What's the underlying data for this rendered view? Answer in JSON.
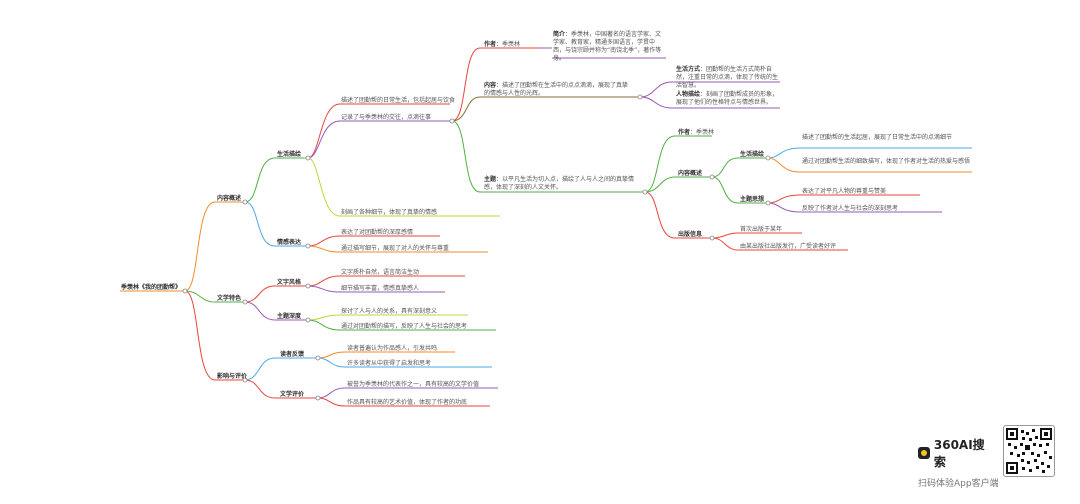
{
  "root": "季羡林《我的团勤帮》",
  "level1": [
    "内容概述",
    "文学特色",
    "影响与评价"
  ],
  "level2": {
    "life": "生活描绘",
    "emotion": "情感表达",
    "style": "文字风格",
    "theme": "主题深度",
    "reader": "读者反馈",
    "critic": "文学评价"
  },
  "life_items": [
    "描述了团勤帮的日常生活，包括起居与饮食",
    "记录了与季羡林的交往，点滴往事",
    "刻画了各种细节，体现了真挚的情感"
  ],
  "emotion_items": [
    "表达了对团勤帮的深厚感情",
    "通过描写细节，展现了对人的关怀与尊重"
  ],
  "style_items": [
    "文字质朴自然，语言简洁生动",
    "细节描写丰富，情感真挚感人"
  ],
  "theme_items": [
    "探讨了人与人的关系，具有深刻意义",
    "通过对团勤帮的描写，反映了人生与社会的思考"
  ],
  "reader_items": [
    "读者普遍认为作品感人，引发共鸣",
    "许多读者从中获得了启发和思考"
  ],
  "critic_items": [
    "被誉为季羡林的代表作之一，具有较高的文学价值",
    "作品具有较高的艺术价值，体现了作者的功底"
  ],
  "top": {
    "author_label": "作者",
    "author_value": "季羡林",
    "bio_label": "简介",
    "bio_text": "季羡林，中国著名的语言学家、文学家、教育家，精通多国语言，学贯中西，与饶宗颐并称为“南饶北季”，著作等身。",
    "content_label": "内容",
    "content_text": "描述了团勤帮在生活中的点点滴滴，展现了真挚的情感与人性的光辉。",
    "lifestyle_label": "生活方式",
    "lifestyle_text": "团勤帮的生活方式简朴自然，注重日常的点滴，体现了传统的生活智慧。",
    "persona_label": "人物描绘",
    "persona_text": "刻画了团勤帮成员的形象，展现了他们的性格特点与情感世界。",
    "theme_label": "主题",
    "theme_text": "以平凡生活为切入点，描绘了人与人之间的真挚情感，体现了深刻的人文关怀。"
  },
  "right": {
    "author_label": "作者",
    "author_value": "季羡林",
    "overview": "内容概述",
    "life": "生活描绘",
    "life_items": [
      "描述了团勤帮的生活起居，展现了日常生活中的点滴细节",
      "通过对团勤帮生活的细致描写，体现了作者对生活的热爱与感悟"
    ],
    "theme": "主题思想",
    "theme_items": [
      "表达了对平凡人物的尊重与赞美",
      "反映了作者对人生与社会的深刻思考"
    ],
    "publish": "出版信息",
    "publish_items": [
      "首次出版于某年",
      "由某出版社出版发行，广受读者好评"
    ]
  },
  "brand": {
    "name": "360AI搜索",
    "sub": "扫码体验App客户端"
  },
  "colors": {
    "orange": "#f28c28",
    "green": "#52b043",
    "red": "#e8453c",
    "blue": "#4aa8e8",
    "purple": "#9b59b6",
    "brown": "#8a6d3b"
  }
}
